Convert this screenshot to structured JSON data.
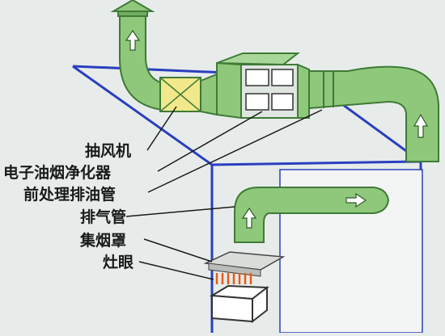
{
  "labels": {
    "fan": "抽风机",
    "purifier": "电子油烟净化器",
    "pretreat": "前处理排油管",
    "exhaust": "排气管",
    "hood": "集烟罩",
    "stove": "灶眼"
  },
  "colors": {
    "duct_fill": "#8fc87a",
    "duct_stroke": "#3f7a38",
    "roof_line": "#2a3fc0",
    "fan_fill": "#f0e88a",
    "background": "#e7ecea"
  },
  "icons": [
    "arrow-up-icon",
    "arrow-right-icon"
  ]
}
